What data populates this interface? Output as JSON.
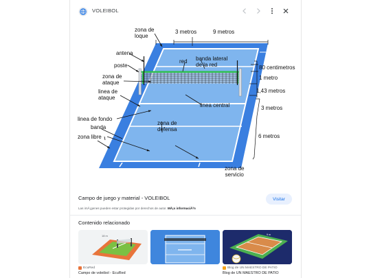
{
  "header": {
    "site_name": "VOLEIBOL",
    "favicon_icon": "globe-icon",
    "prev_icon": "chevron-left-icon",
    "next_icon": "chevron-right-icon",
    "more_icon": "more-vert-icon",
    "close_icon": "close-icon"
  },
  "diagram": {
    "labels": {
      "zona_loque": "zona de\nloque",
      "antena": "antena",
      "poste": "poste",
      "zona_ataque": "zona de\nataque",
      "linea_ataque": "linea de\nataque",
      "linea_fondo": "linea de fondo",
      "banda": "banda",
      "zona_libre": "zona libre",
      "red": "red",
      "banda_lateral": "banda lateral\nde la red",
      "linea_central": "linea central",
      "zona_defensa": "zona de\ndefensa",
      "zona_servicio": "zona de\nservicio",
      "tres_metros_top": "3 metros",
      "nueve_metros": "9 metros",
      "ochenta_cm": "80 centimetros",
      "un_metro": "1 metro",
      "uno_43": "1,43 metros",
      "tres_metros_side": "3 metros",
      "seis_metros": "6 metros"
    }
  },
  "caption": {
    "title": "Campo de juego y material - VOLEIBOL",
    "visit_label": "Visitar",
    "legal_text": "Las imÃ¡genes pueden estar protegidas por derechos de autor. ",
    "legal_link": "MÃ¡s informaciÃ³n"
  },
  "related": {
    "heading": "Contenido relacionado",
    "cards": [
      {
        "source": "EcuRed",
        "title": "Campo de voleibol - EcuRed"
      },
      {
        "source": "",
        "title": ""
      },
      {
        "source": "Blog de UN MAESTRO DE PATIO",
        "title": "Blog de UN MAESTRO DE PATIO"
      }
    ]
  },
  "colors": {
    "court_outer": "#3a7fe0",
    "court_inner": "#7fb5ee",
    "court_line": "#ffffff",
    "net_band": "#2fbf4f",
    "visit_bg": "#e8f0fe",
    "visit_text": "#1a73e8",
    "thumb_orange": "#e8743b",
    "thumb_green": "#7bc043",
    "thumb_navy": "#1d2b6b"
  }
}
